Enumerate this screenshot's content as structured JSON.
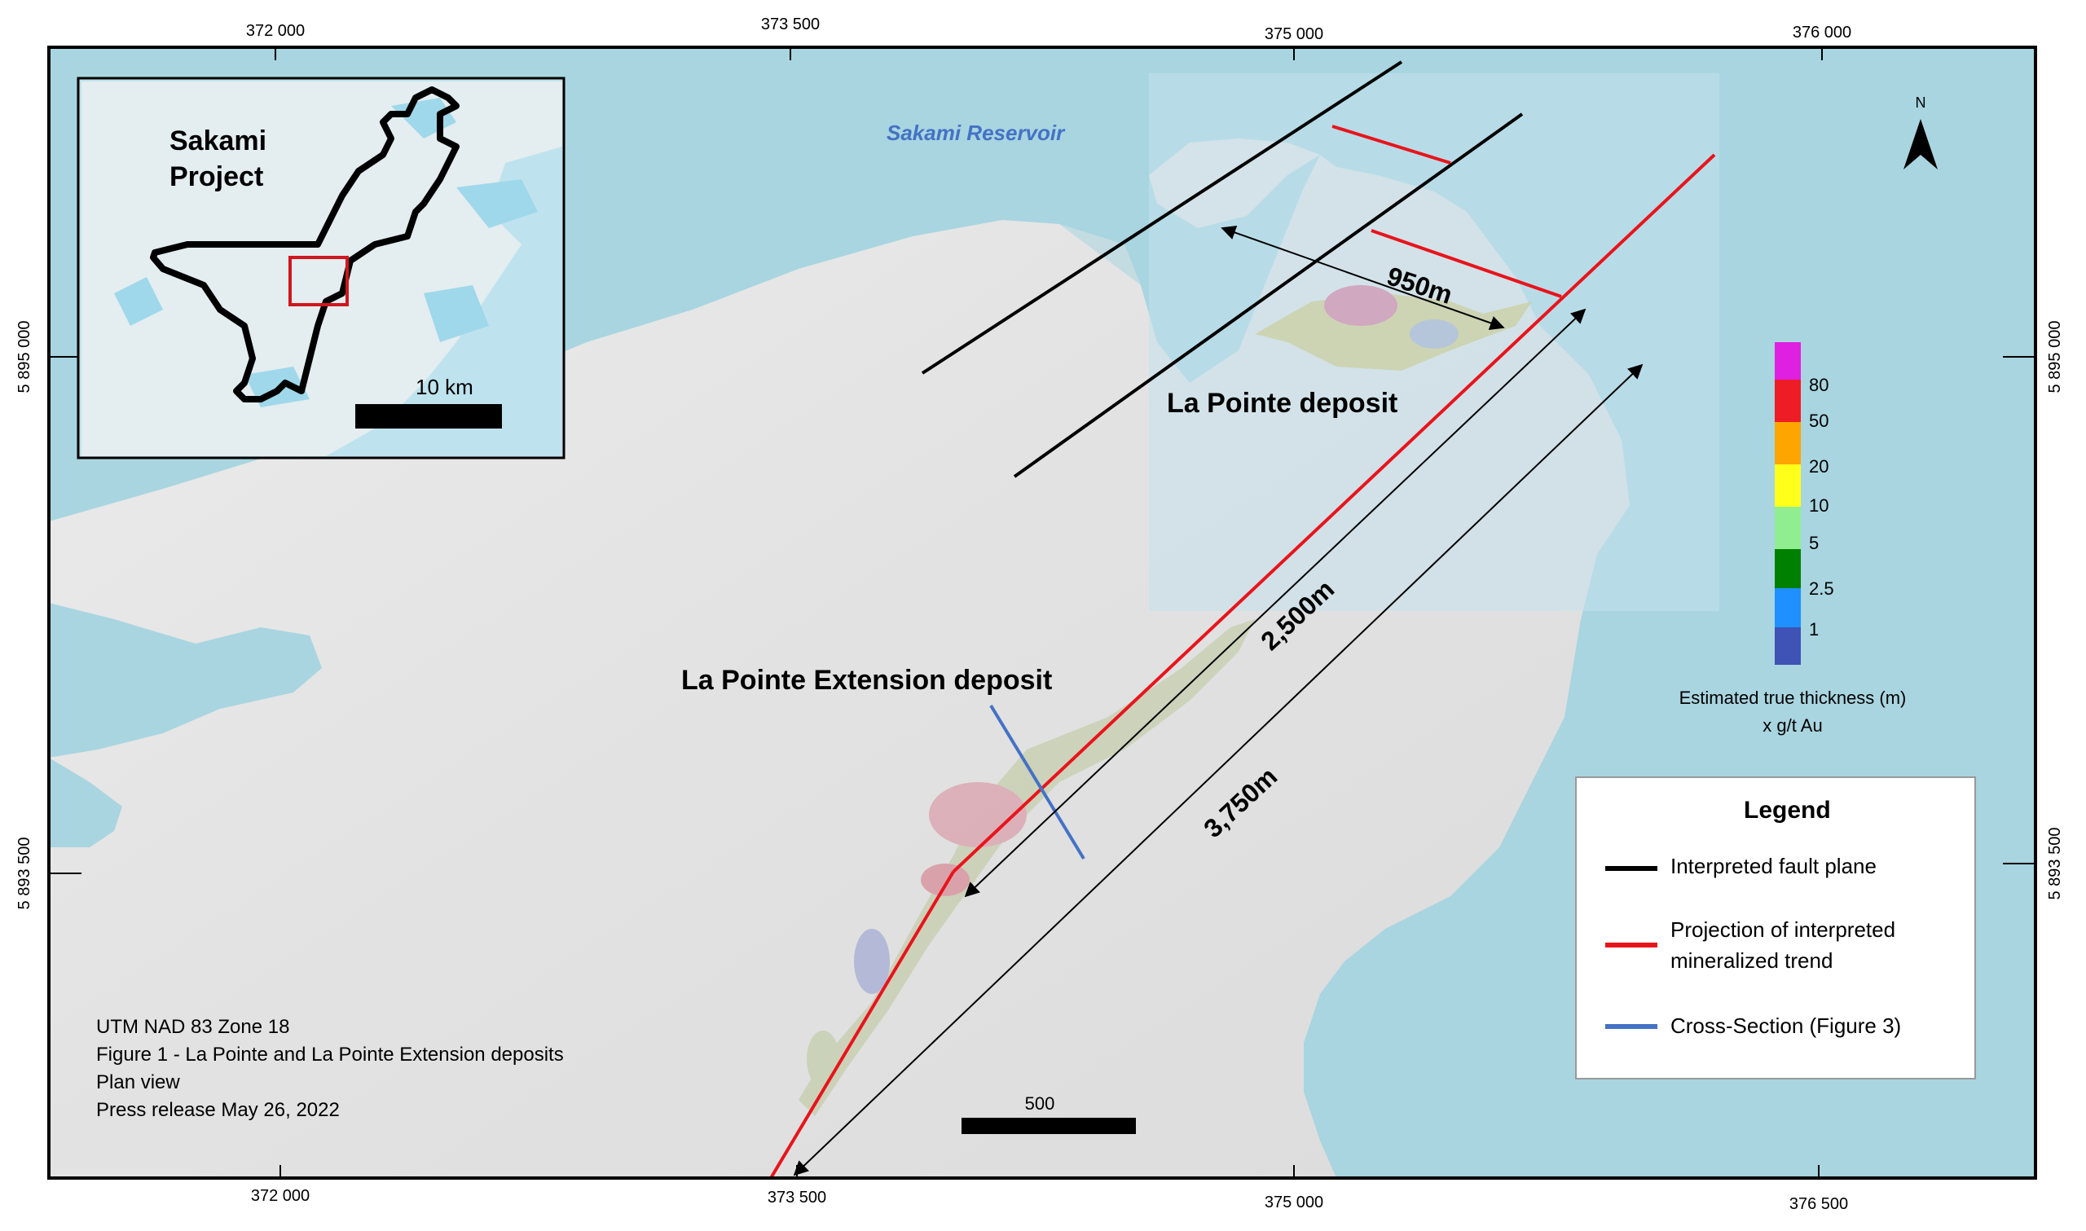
{
  "figure": {
    "coords_top": [
      "372 000",
      "373 500",
      "375 000",
      "376 000"
    ],
    "coords_bottom": [
      "372 000",
      "373 500",
      "375 000",
      "376 500"
    ],
    "coords_left": [
      "5 895 000",
      "5 893 500"
    ],
    "coords_right": [
      "5 895 000",
      "5 893 500"
    ],
    "water_label": "Sakami Reservoir",
    "deposit_label_1": "La Pointe deposit",
    "deposit_label_2": "La Pointe Extension deposit",
    "dist_label_1": "950m",
    "dist_label_2": "2,500m",
    "dist_label_3": "3,750m",
    "north_label": "N",
    "scale_label": "500",
    "colors": {
      "water": "#a8d5e0",
      "land": "#e6e6e6",
      "fault": "#000000",
      "trend": "#e8141c",
      "section": "#4472c4"
    }
  },
  "inset": {
    "title_line1": "Sakami",
    "title_line2": "Project",
    "scale_label": "10 km"
  },
  "colorbar": {
    "labels": [
      "80",
      "50",
      "20",
      "10",
      "5",
      "2.5",
      "1"
    ],
    "colors": [
      "#e020e0",
      "#ee1c24",
      "#ffa500",
      "#ffff1a",
      "#90ee90",
      "#008000",
      "#1e90ff",
      "#3f52b5"
    ],
    "caption_line1": "Estimated true thickness (m)",
    "caption_line2": "x g/t Au"
  },
  "legend": {
    "title": "Legend",
    "items": [
      {
        "label_lines": [
          "Interpreted  fault plane"
        ],
        "color": "#000000"
      },
      {
        "label_lines": [
          "Projection of interpreted",
          "mineralized  trend"
        ],
        "color": "#e8141c"
      },
      {
        "label_lines": [
          "Cross-Section (Figure 3)"
        ],
        "color": "#4472c4"
      }
    ]
  },
  "footer": {
    "lines": [
      "UTM NAD 83 Zone 18",
      "Figure 1 - La Pointe and  La Pointe Extension deposits",
      "Plan view",
      "Press release May 26, 2022"
    ]
  }
}
